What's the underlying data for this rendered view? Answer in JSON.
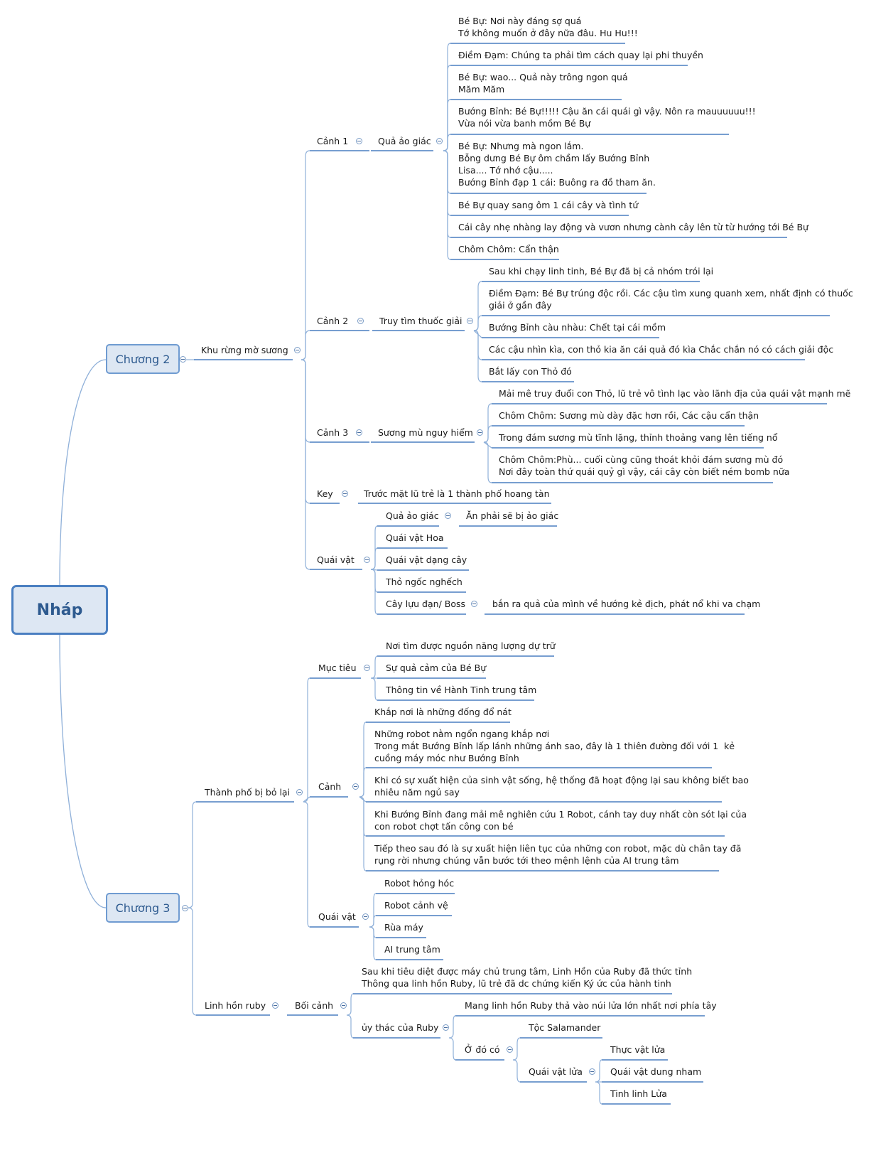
{
  "root": "Nháp",
  "chapters": [
    "Chương 2",
    "Chương 3"
  ],
  "ch2": {
    "area": "Khu rừng mờ sương",
    "scene1": {
      "label": "Cảnh 1",
      "topic": "Quả ảo giác",
      "items": [
        "Bé Bự: Nơi này đáng sợ quá\nTớ không muốn ở đây nữa đâu. Hu Hu!!!",
        "Điềm Đạm: Chúng ta phải tìm cách quay lại phi thuyền",
        "Bé Bự: wao... Quả này trông ngon quá\nMăm Măm",
        "Bướng Bỉnh: Bé Bự!!!!! Cậu ăn cái quái gì vậy. Nôn ra mauuuuuu!!!\nVừa nói vừa banh mồm Bé Bự",
        "Bé Bự: Nhưng mà ngon lắm.\nBỗng dưng Bé Bự ôm chầm lấy Bướng Bỉnh\nLisa.... Tớ nhớ cậu.....\nBướng Bỉnh đạp 1 cái: Buông ra đồ tham ăn.",
        "Bé Bự quay sang ôm 1 cái cây và tình tứ",
        "Cái cây nhẹ nhàng lay động và vươn nhưng cành cây lên từ từ hướng tới Bé Bự",
        "Chôm Chôm: Cẩn thận"
      ]
    },
    "scene2": {
      "label": "Cảnh 2",
      "topic": "Truy tìm thuốc giải",
      "items": [
        "Sau khi chạy linh tinh, Bé Bự đã bị cả nhóm trói lại",
        "Điềm Đạm: Bé Bự trúng độc rồi. Các cậu tìm xung quanh xem, nhất định có thuốc\ngiải ở gần đây",
        "Bướng Bỉnh càu nhàu: Chết tại cái mồm",
        "Các cậu nhìn kìa, con thỏ kia ăn cái quả đó kìa Chắc chắn nó có cách giải độc",
        "Bắt lấy con Thỏ đó"
      ]
    },
    "scene3": {
      "label": "Cảnh 3",
      "topic": "Sương mù nguy hiểm",
      "items": [
        "Mải mê truy đuổi con Thỏ, lũ trẻ vô tình lạc vào lãnh địa của quái vật mạnh mẽ",
        "Chôm Chôm: Sương mù dày đặc hơn rồi, Các cậu cẩn thận",
        "Trong đám sương mù tĩnh lặng, thỉnh thoảng vang lên tiếng nổ",
        "Chôm Chôm:Phù... cuối cùng cũng thoát khỏi đám sương mù đó\nNơi đây toàn thứ quái quỷ gì vậy, cái cây còn biết ném bomb nữa"
      ]
    },
    "key": {
      "label": "Key",
      "text": "Trước mặt lũ trẻ là 1 thành phố hoang tàn"
    },
    "monsters": {
      "label": "Quái vật",
      "items": [
        "Quả ảo giác",
        "Quái vật Hoa",
        "Quái vật dạng cây",
        "Thỏ ngốc nghếch",
        "Cây lựu đạn/ Boss"
      ],
      "notes": [
        "Ăn phải sẽ bị ảo giác",
        "bắn ra quả của mình về hướng kẻ địch, phát nổ khi va chạm"
      ]
    }
  },
  "ch3": {
    "city": {
      "label": "Thành phố bị bỏ lại",
      "goal": {
        "label": "Mục tiêu",
        "items": [
          "Nơi tìm được nguồn năng lượng dự trữ",
          "Sự quả cảm của Bé Bự",
          "Thông tin về Hành Tinh trung tâm"
        ]
      },
      "scene": {
        "label": "Cảnh",
        "items": [
          "Khắp nơi là những đống đổ nát",
          "Những robot nằm ngổn ngang khắp nơi\nTrong mắt Bướng Bỉnh lấp lánh những ánh sao, đây là 1 thiên đường đối với 1  kẻ\ncuồng máy móc như Bướng Bỉnh",
          "Khi có sự xuất hiện của sinh vật sống, hệ thống đã hoạt động lại sau không biết bao\nnhiêu năm ngủ say",
          "Khi Bướng Bỉnh đang mải mê nghiên cứu 1 Robot, cánh tay duy nhất còn sót lại của\ncon robot chợt tấn công con bé",
          "Tiếp theo sau đó là sự xuất hiện liên tục của những con robot, mặc dù chân tay đã\nrụng rời nhưng chúng vẫn bước tới theo mệnh lệnh của AI trung tâm"
        ]
      },
      "monsters": {
        "label": "Quái vật",
        "items": [
          "Robot hỏng hóc",
          "Robot cảnh vệ",
          "Rùa máy",
          "AI trung tâm"
        ]
      }
    },
    "ruby": {
      "label": "Linh hồn ruby",
      "context": "Bối cảnh",
      "intro": "Sau khi tiêu diệt được máy chủ trung tâm, Linh Hồn của Ruby đã thức tỉnh\nThông qua linh hồn Ruby, lũ trẻ đã dc chứng kiến Ký ức của hành tinh",
      "trust": "ủy thác của Ruby",
      "carry": "Mang linh hồn Ruby thả vào núi lửa lớn nhất nơi phía tây",
      "there": "Ở đó có",
      "tribe": "Tộc Salamander",
      "fire": "Quái vật lửa",
      "fire_items": [
        "Thực vật lửa",
        "Quái vật dung nham",
        "Tinh linh Lửa"
      ]
    }
  },
  "colors": {
    "link": "#8fb0d9",
    "underline": "#4a7fc1",
    "node_fill": "#dde7f3",
    "node_border": "#6f9bd1"
  }
}
